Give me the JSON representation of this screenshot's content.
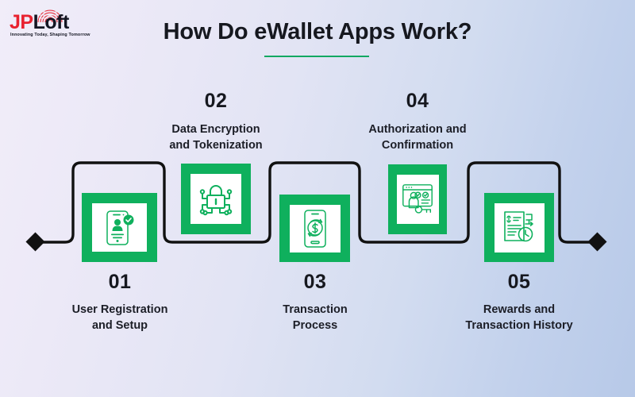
{
  "brand": {
    "name_part1": "JP",
    "name_part2": "Loft",
    "tagline": "Innovating Today, Shaping Tomorrow",
    "accent_red": "#e8212f",
    "accent_dark": "#141622"
  },
  "header": {
    "title": "How Do eWallet Apps Work?",
    "underline_color": "#12a862"
  },
  "theme": {
    "green": "#0fb05d",
    "path_color": "#111111",
    "background_start": "#f1edf9",
    "background_end": "#b7c9e8",
    "text_color": "#16181f"
  },
  "steps": [
    {
      "number": "01",
      "label": "User Registration\nand Setup",
      "label_line1": "User Registration",
      "label_line2": "and Setup",
      "icon": "user-registration-icon",
      "position": "below"
    },
    {
      "number": "02",
      "label": "Data Encryption\nand Tokenization",
      "label_line1": "Data Encryption",
      "label_line2": "and Tokenization",
      "icon": "lock-circuit-icon",
      "position": "above"
    },
    {
      "number": "03",
      "label": "Transaction\nProcess",
      "label_line1": "Transaction",
      "label_line2": "Process",
      "icon": "mobile-payment-icon",
      "position": "below"
    },
    {
      "number": "04",
      "label": "Authorization and\nConfirmation",
      "label_line1": "Authorization and",
      "label_line2": "Confirmation",
      "icon": "authorization-key-icon",
      "position": "above"
    },
    {
      "number": "05",
      "label": "Rewards and\nTransaction History",
      "label_line1": "Rewards and",
      "label_line2": "Transaction History",
      "icon": "invoice-history-icon",
      "position": "below"
    }
  ]
}
